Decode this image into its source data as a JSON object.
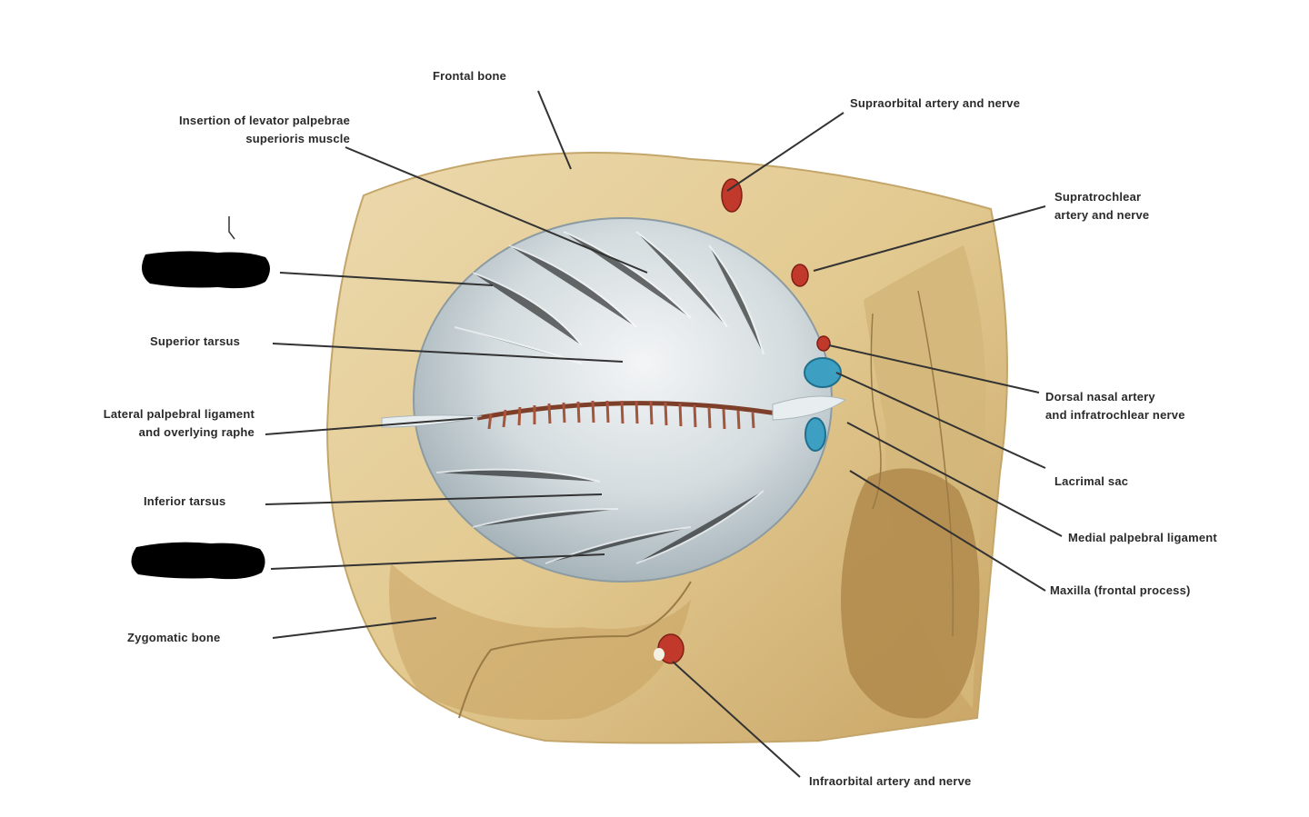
{
  "labels": {
    "frontal_bone": "Frontal bone",
    "levator_insertion": [
      "Insertion of levator palpebrae",
      "superioris muscle"
    ],
    "superior_tarsus": "Superior tarsus",
    "lateral_ligament": [
      "Lateral palpebral ligament",
      "and overlying raphe"
    ],
    "inferior_tarsus": "Inferior tarsus",
    "zygomatic_bone": "Zygomatic bone",
    "supraorbital": "Supraorbital artery and nerve",
    "supratrochlear": [
      "Supratrochlear",
      "artery and nerve"
    ],
    "dorsal_nasal": [
      "Dorsal nasal artery",
      "and infratrochlear nerve"
    ],
    "lacrimal_sac": "Lacrimal sac",
    "medial_ligament": "Medial palpebral ligament",
    "maxilla": "Maxilla (frontal process)",
    "infraorbital": "Infraorbital artery and nerve"
  },
  "colors": {
    "bone": "#e3cc97",
    "bone_dark": "#b99451",
    "septum": "#c7d1d6",
    "lashes": "#a7553a",
    "vessel": "#c0392b",
    "sac": "#3d9fc2",
    "leader": "#333333",
    "redaction": "#000000"
  }
}
